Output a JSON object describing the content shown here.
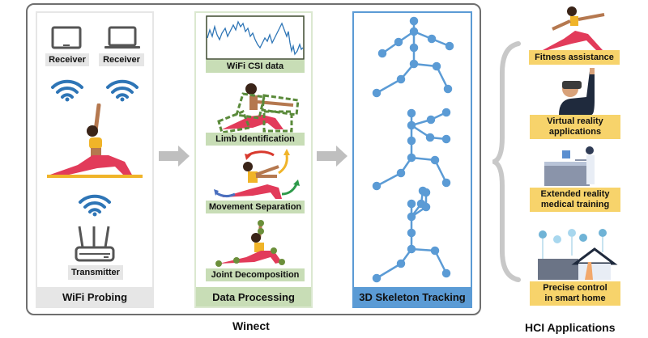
{
  "system": {
    "name": "Winect",
    "stages": [
      {
        "id": "wifi-probing",
        "title": "WiFi Probing",
        "labels": {
          "receiver_1": "Receiver",
          "receiver_2": "Receiver",
          "transmitter": "Transmitter"
        }
      },
      {
        "id": "data-processing",
        "title": "Data Processing",
        "steps": [
          "WiFi CSI data",
          "Limb Identification",
          "Movement Separation",
          "Joint Decomposition"
        ]
      },
      {
        "id": "skeleton-tracking",
        "title": "3D Skeleton Tracking"
      }
    ]
  },
  "applications": {
    "title": "HCI Applications",
    "items": [
      {
        "label": "Fitness assistance"
      },
      {
        "label": "Virtual reality applications",
        "line1": "Virtual reality",
        "line2": "applications"
      },
      {
        "label": "Extended reality medical training",
        "line1": "Extended reality",
        "line2": "medical training"
      },
      {
        "label": "Precise control in smart home",
        "line1": "Precise control",
        "line2": "in smart home"
      }
    ]
  },
  "colors": {
    "frame": "#6f6f6f",
    "wifi_blue": "#2e75b6",
    "skeleton_blue": "#5b9bd5",
    "proc_green": "#c8ddb6",
    "app_yellow": "#f7d36b",
    "yoga_pink": "#e23b5a",
    "mat_yellow": "#f0b429",
    "arrow_grey": "#bfbfbf"
  }
}
